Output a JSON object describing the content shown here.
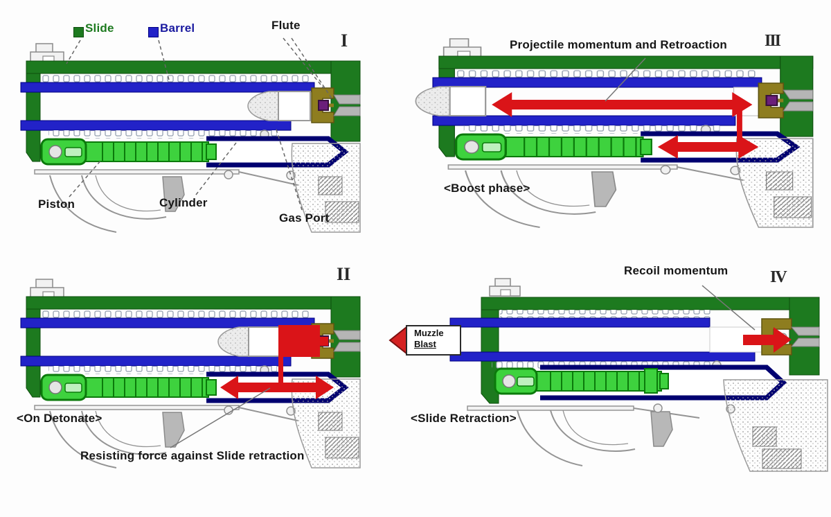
{
  "legend": {
    "slide": "Slide",
    "barrel": "Barrel"
  },
  "p1": {
    "numeral": "I",
    "flute": "Flute",
    "piston": "Piston",
    "cylinder": "Cylinder",
    "gas_port": "Gas Port"
  },
  "p2": {
    "numeral": "II",
    "caption": "<On Detonate>",
    "annotation": "Resisting force against Slide retraction"
  },
  "p3": {
    "numeral": "III",
    "title": "Projectile momentum and Retroaction",
    "caption": "<Boost phase>"
  },
  "p4": {
    "numeral": "IV",
    "title": "Recoil momentum",
    "caption": "<Slide Retraction>",
    "muzzle_line1": "Muzzle",
    "muzzle_line2": "Blast"
  },
  "colors": {
    "slide": "#1d7a1f",
    "barrel": "#2222c8",
    "barrel_text": "#1a1aa0",
    "navy": "#000070",
    "piston": "#3ed23e",
    "red": "#da1418",
    "olive": "#8e7d1f",
    "purple": "#6b1f7a"
  }
}
